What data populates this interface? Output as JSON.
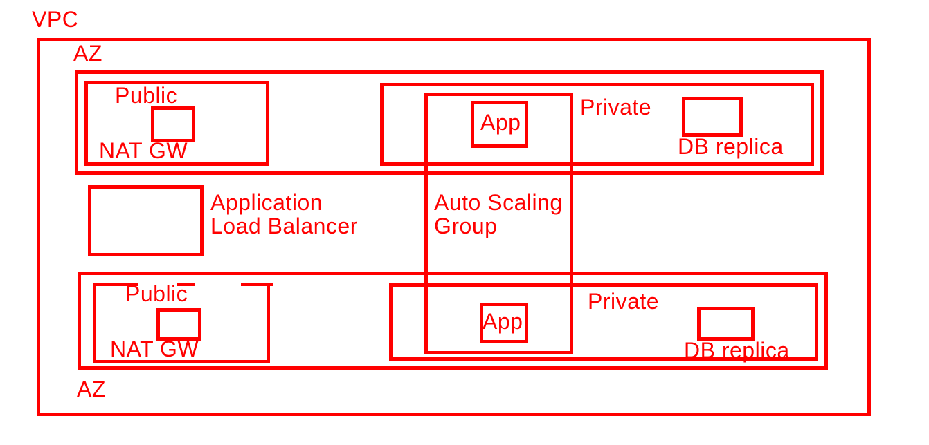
{
  "diagram": {
    "title": "VPC architecture diagram",
    "type": "aws-network-diagram",
    "colors": {
      "stroke": "#ff0000",
      "background": "#ffffff"
    },
    "labels": {
      "vpc": "VPC",
      "az_top": "AZ",
      "az_bottom": "AZ",
      "alb": "Application\nLoad Balancer",
      "asg": "Auto Scaling\nGroup",
      "top": {
        "public": "Public",
        "nat_gw": "NAT GW",
        "app": "App",
        "private": "Private",
        "db_replica": "DB replica"
      },
      "bottom": {
        "public": "Public",
        "nat_gw": "NAT GW",
        "app": "App",
        "private": "Private",
        "db_replica": "DB replica"
      }
    }
  }
}
